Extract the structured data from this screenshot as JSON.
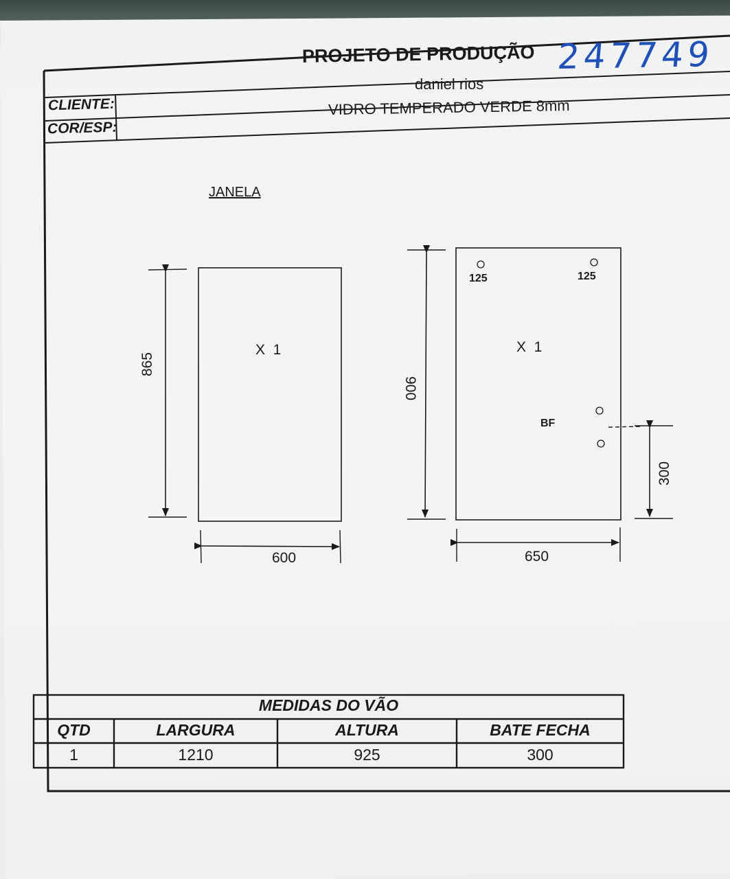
{
  "header": {
    "title": "PROJETO DE PRODUÇÃO",
    "order_number": "247749",
    "client_label": "CLIENTE:",
    "client_value": "daniel rios",
    "color_label": "COR/ESP:",
    "color_value": "VIDRO TEMPERADO VERDE 8mm"
  },
  "drawing": {
    "piece_name": "JANELA",
    "glass_left": {
      "height": "865",
      "width": "600",
      "quantity": "X  1"
    },
    "glass_right": {
      "height": "900",
      "width": "650",
      "quantity": "X  1",
      "hole_top_left": "125",
      "hole_top_right": "125",
      "latch_label": "BF",
      "latch_height": "300"
    }
  },
  "measures": {
    "title": "MEDIDAS DO VÃO",
    "headers": {
      "qtd": "QTD",
      "largura": "LARGURA",
      "altura": "ALTURA",
      "bate_fecha": "BATE FECHA"
    },
    "row": {
      "qtd": "1",
      "largura": "1210",
      "altura": "925",
      "bate_fecha": "300"
    }
  }
}
